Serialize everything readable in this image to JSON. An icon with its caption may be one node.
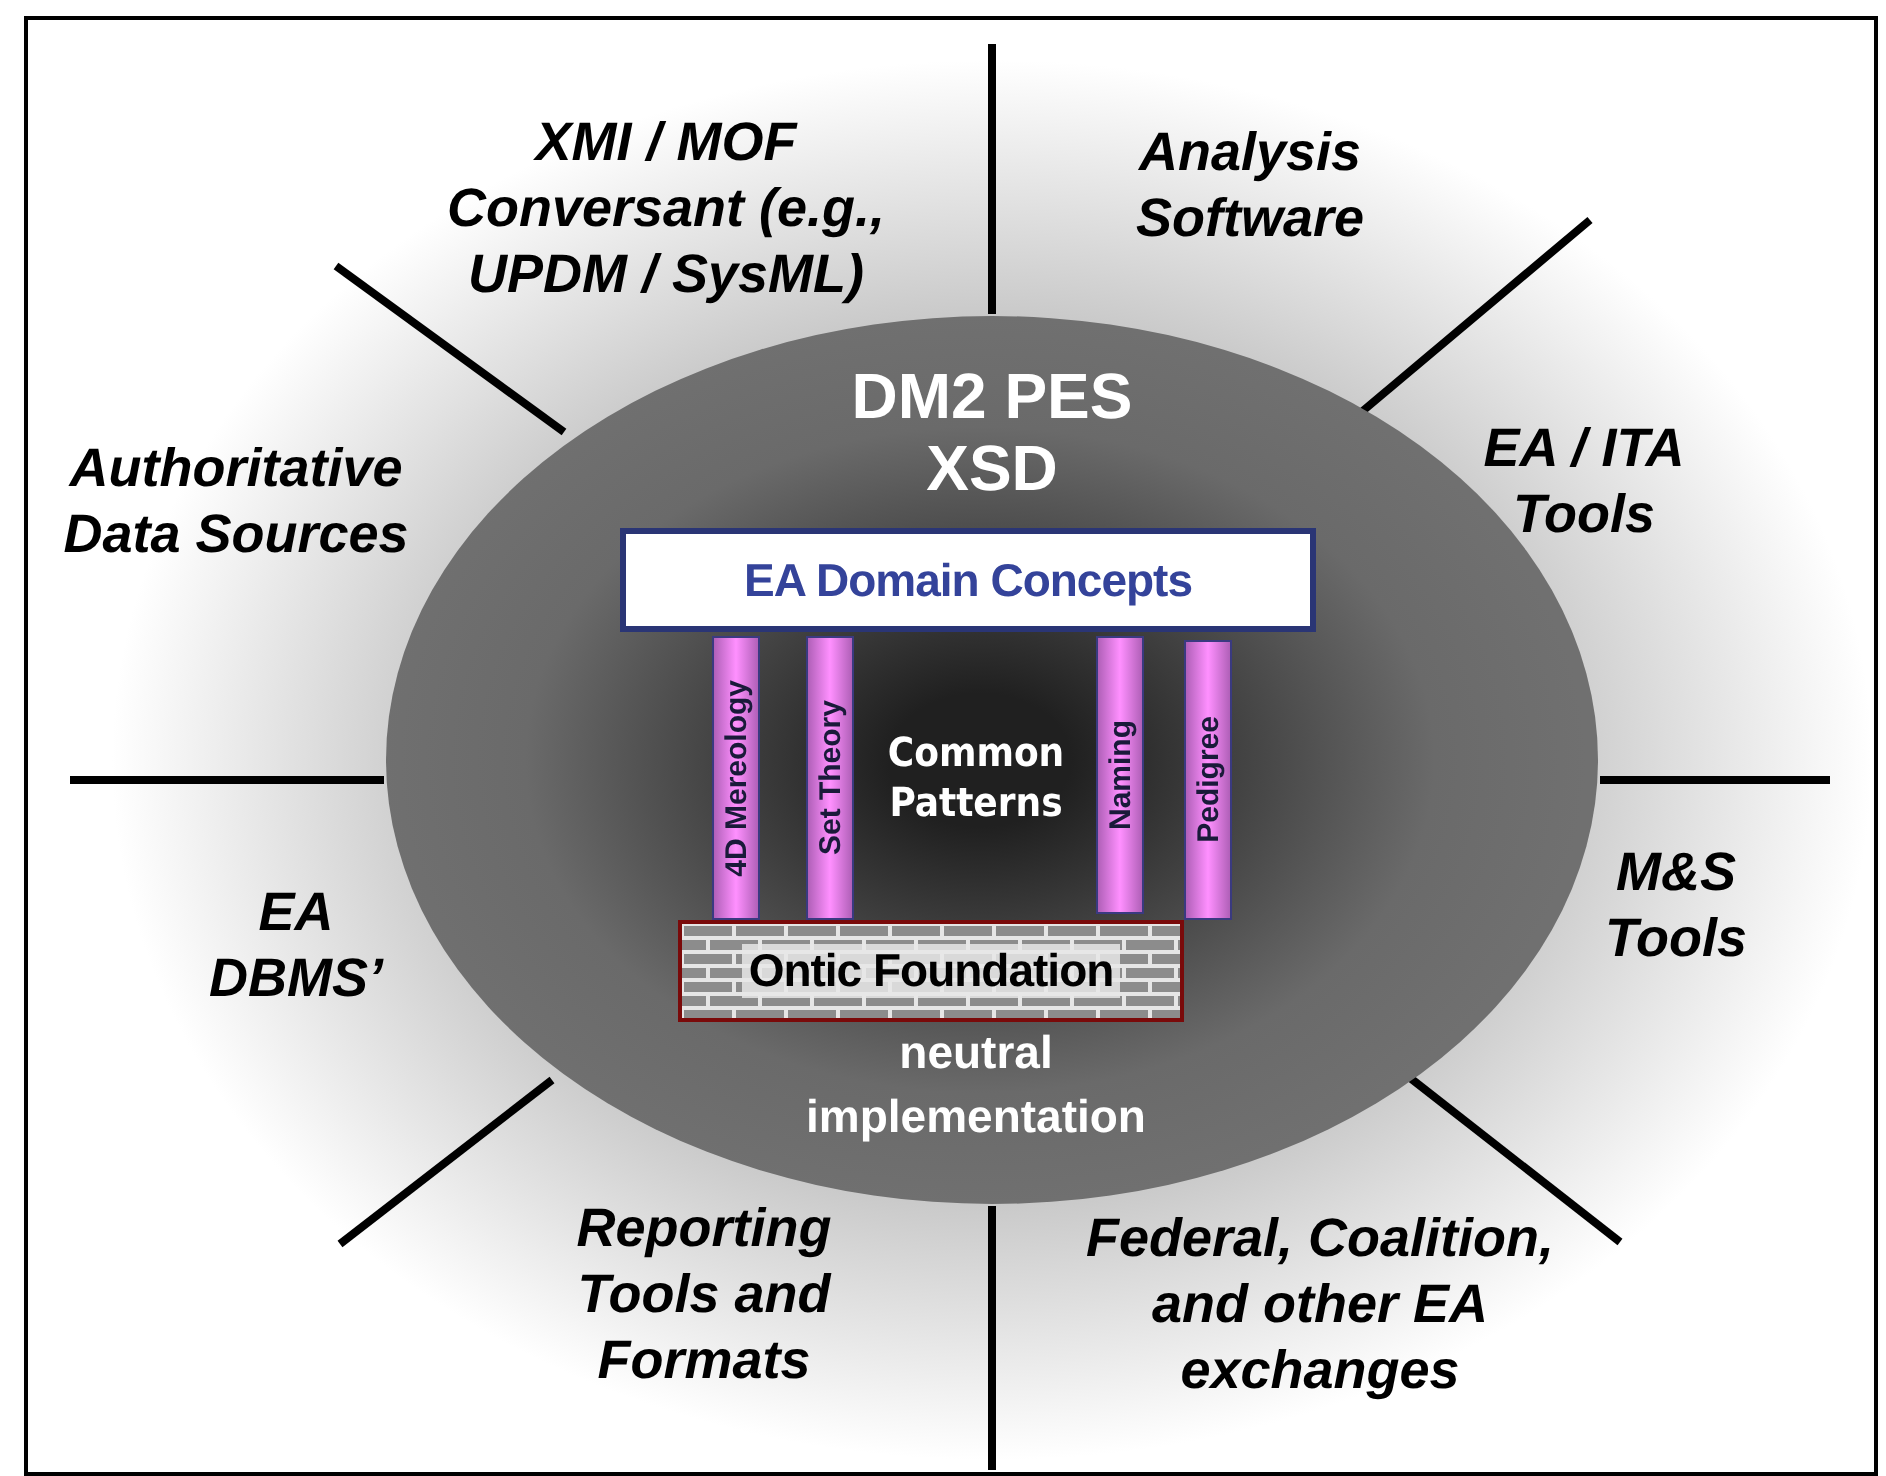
{
  "diagram": {
    "nodes": [
      {
        "text": [
          "DM2 PES XSD",
          "Common Patterns",
          "neutral implementation"
        ]
      },
      {
        "text": [
          "EA Domain Concepts"
        ],
        "in": 0
      },
      {
        "text": [
          "4D Mereology"
        ],
        "in": 0
      },
      {
        "text": [
          "Set Theory"
        ],
        "in": 0
      },
      {
        "text": [
          "Naming"
        ],
        "in": 0
      },
      {
        "text": [
          "Pedigree"
        ],
        "in": 0
      },
      {
        "text": [
          "Ontic Foundation"
        ],
        "in": 0
      }
    ],
    "labels": [
      "XMI / MOF Conversant (e.g., UPDM / SysML)",
      "Analysis Software",
      "EA / ITA Tools",
      "Authoritative Data Sources",
      "M&S Tools",
      "EA DBMS’",
      "Reporting Tools and Formats",
      "Federal, Coalition, and other EA exchanges"
    ]
  }
}
